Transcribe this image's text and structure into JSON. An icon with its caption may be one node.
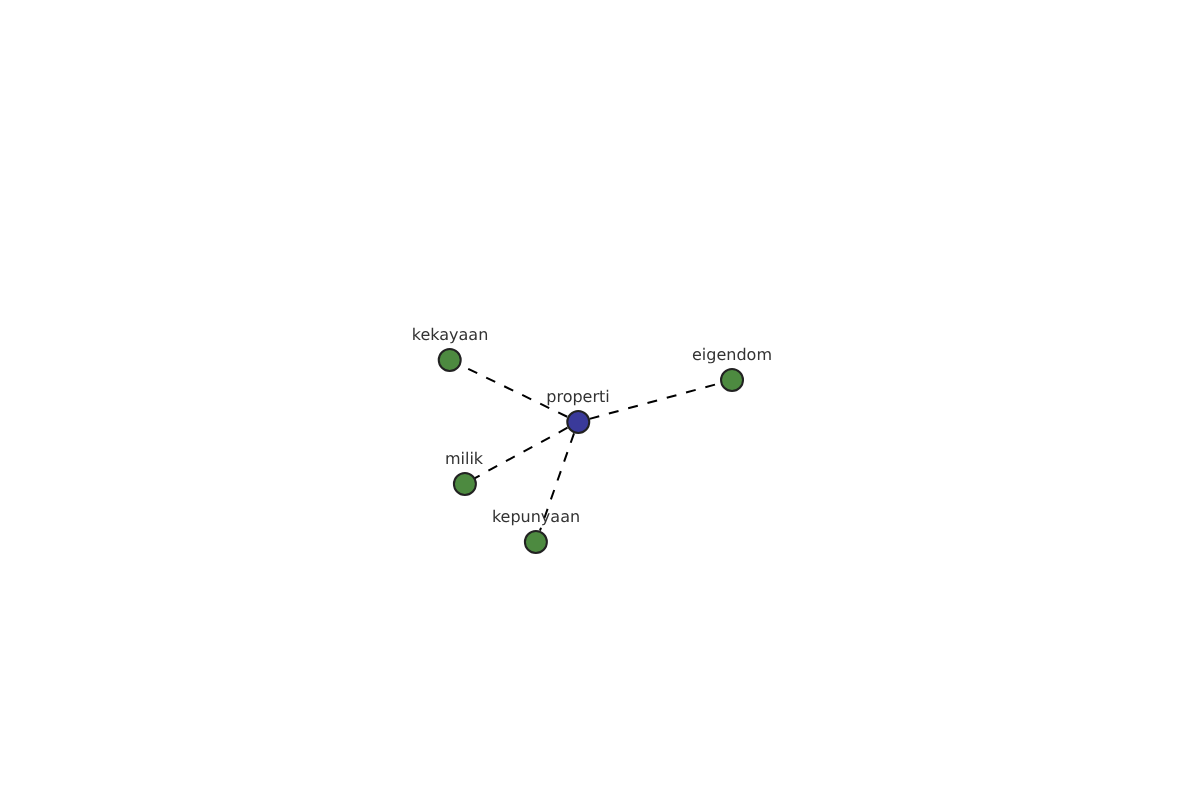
{
  "diagram": {
    "nodes": [
      {
        "text": [
          "properti"
        ]
      },
      {
        "text": [
          "kekayaan"
        ]
      },
      {
        "text": [
          "eigendom"
        ]
      },
      {
        "text": [
          "milik"
        ]
      },
      {
        "text": [
          "kepunyaan"
        ]
      }
    ],
    "edges": [
      {
        "from": 0,
        "to": 1,
        "arrow": "none",
        "style": "dashed"
      },
      {
        "from": 0,
        "to": 2,
        "arrow": "none",
        "style": "dashed"
      },
      {
        "from": 0,
        "to": 3,
        "arrow": "none",
        "style": "dashed"
      },
      {
        "from": 0,
        "to": 4,
        "arrow": "none",
        "style": "dashed"
      }
    ]
  }
}
